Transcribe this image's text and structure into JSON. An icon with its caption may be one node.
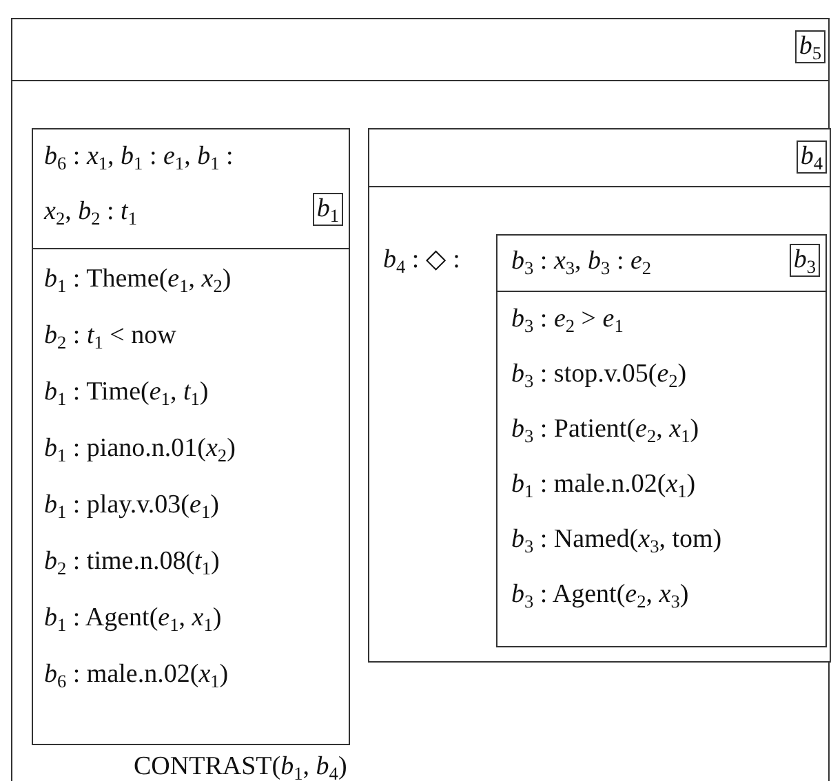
{
  "diagram": {
    "nodes": [
      {
        "text": [
          "*b*$_{5}$",
          "CONTRAST(*b*$_{1}$, *b*$_{4}$)"
        ]
      },
      {
        "text": [
          "*b*$_{1}$",
          "*b*$_{6}$ : *x*$_{1}$, *b*$_{1}$ : *e*$_{1}$, *b*$_{1}$ : *x*$_{2}$, *b*$_{2}$ : *t*$_{1}$",
          "*b*$_{1}$ : Theme(*e*$_{1}$, *x*$_{2}$)",
          "*b*$_{2}$ : *t*$_{1}$ < now",
          "*b*$_{1}$ : Time(*e*$_{1}$, *t*$_{1}$)",
          "*b*$_{1}$ : piano.n.01(*x*$_{2}$)",
          "*b*$_{1}$ : play.v.03(*e*$_{1}$)",
          "*b*$_{2}$ : time.n.08(*t*$_{1}$)",
          "*b*$_{1}$ : Agent(*e*$_{1}$, *x*$_{1}$)",
          "*b*$_{6}$ : male.n.02(*x*$_{1}$)"
        ],
        "in": 0
      },
      {
        "text": [
          "*b*$_{4}$",
          "*b*$_{4}$ : ◇ :"
        ],
        "in": 0
      },
      {
        "text": [
          "*b*$_{3}$",
          "*b*$_{3}$ : *x*$_{3}$, *b*$_{3}$ : *e*$_{2}$",
          "*b*$_{3}$ : *e*$_{2}$ > *e*$_{1}$",
          "*b*$_{3}$ : stop.v.05(*e*$_{2}$)",
          "*b*$_{3}$ : Patient(*e*$_{2}$, *x*$_{1}$)",
          "*b*$_{1}$ : male.n.02(*x*$_{1}$)",
          "*b*$_{3}$ : Named(*x*$_{3}$, tom)",
          "*b*$_{3}$ : Agent(*e*$_{2}$, *x*$_{3}$)"
        ],
        "in": 2
      }
    ]
  }
}
